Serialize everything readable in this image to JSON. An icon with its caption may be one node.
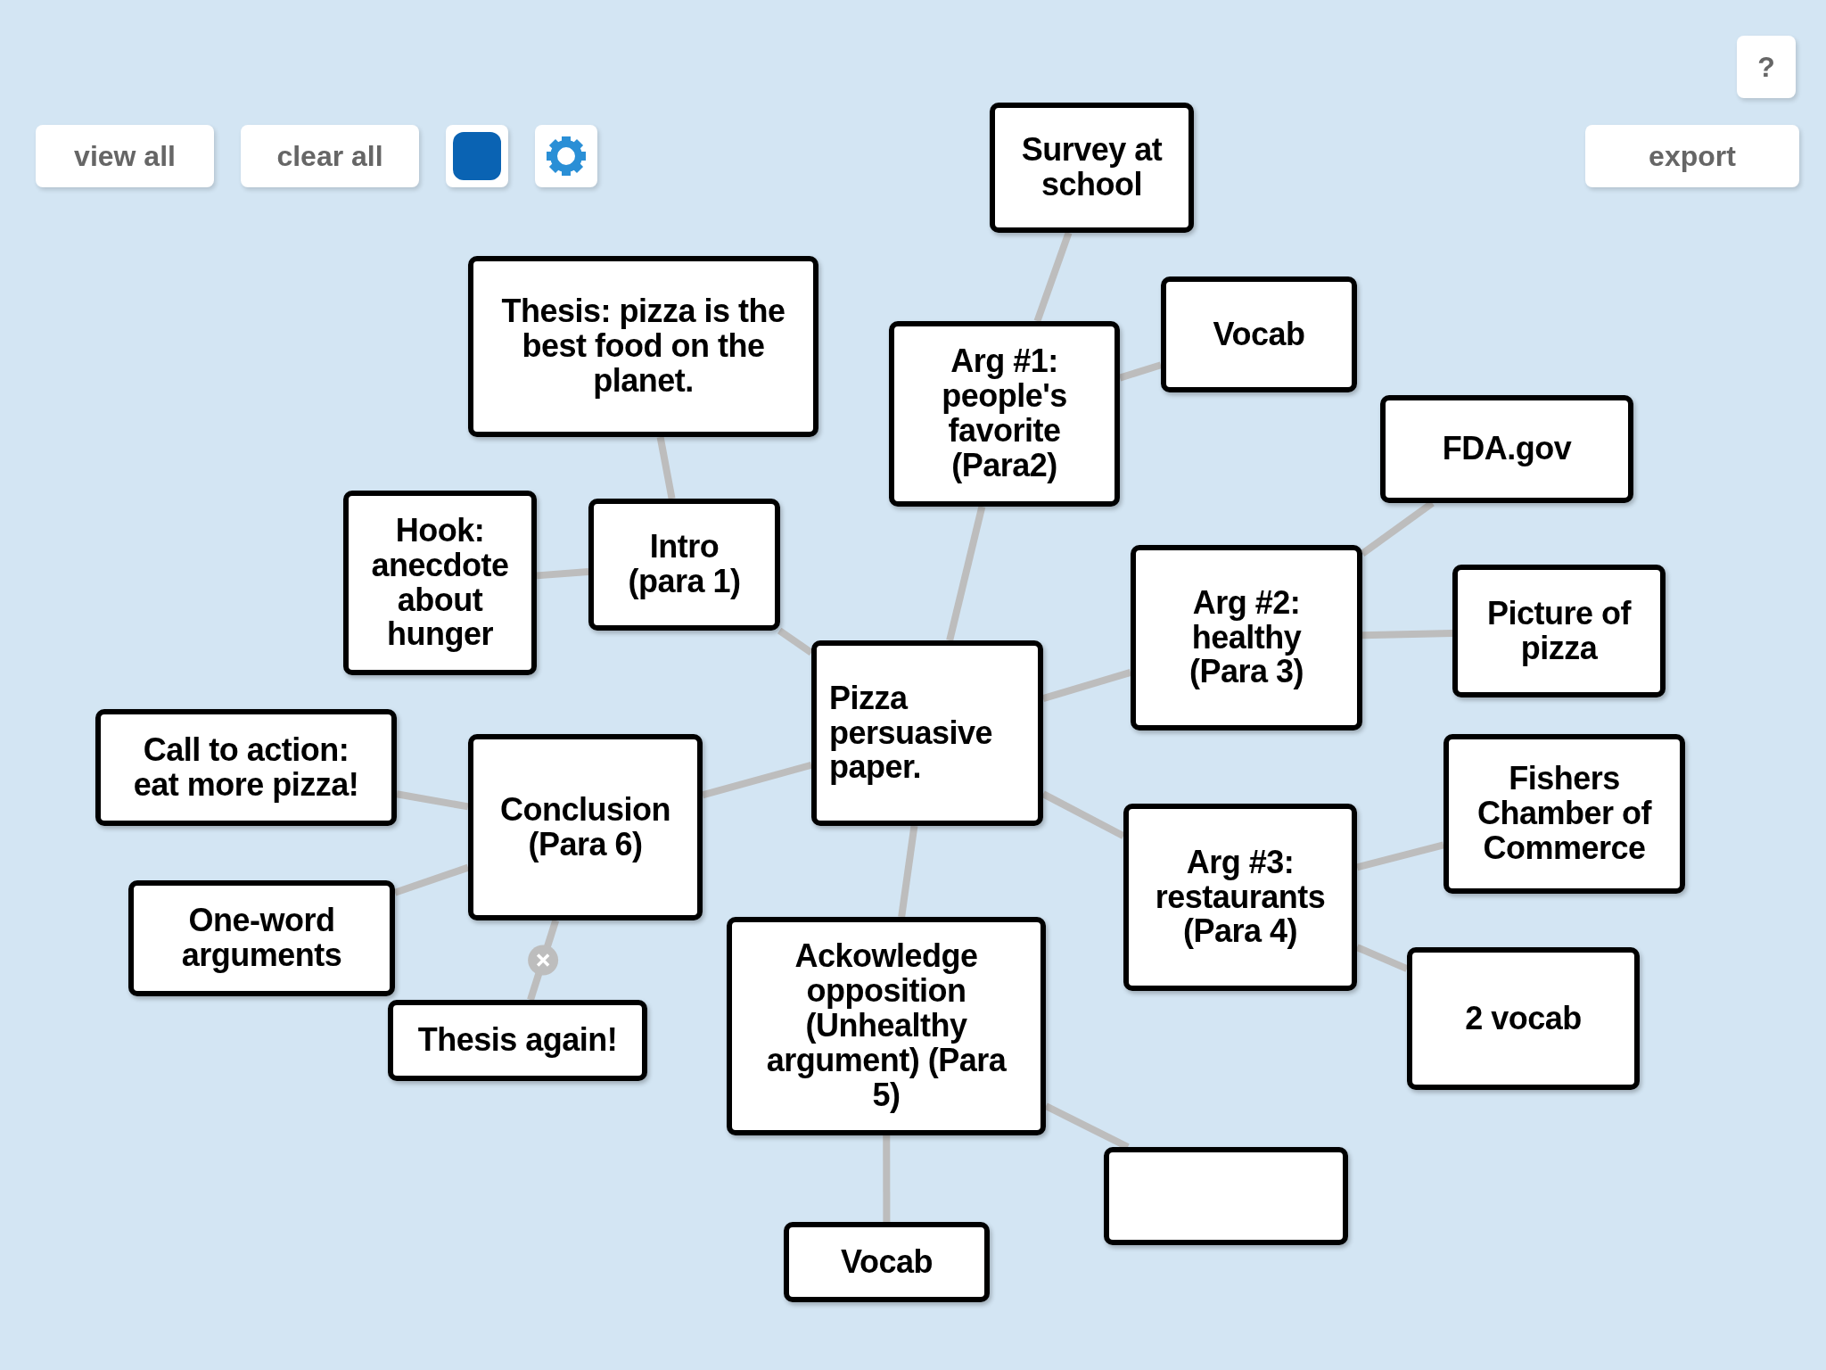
{
  "diagram": {
    "nodes": [
      {
        "text": [
          "Survey at school"
        ]
      },
      {
        "text": [
          "Thesis: pizza is the best food on the planet."
        ]
      },
      {
        "text": [
          "Vocab"
        ]
      },
      {
        "text": [
          "Arg #1: people's favorite (Para2)"
        ]
      },
      {
        "text": [
          "FDA.gov"
        ]
      },
      {
        "text": [
          "Hook: anecdote about hunger"
        ]
      },
      {
        "text": [
          "Intro (para 1)"
        ]
      },
      {
        "text": [
          "Arg #2: healthy (Para 3)"
        ]
      },
      {
        "text": [
          "Picture of pizza"
        ]
      },
      {
        "text": [
          "Pizza persuasive paper."
        ]
      },
      {
        "text": [
          "Call to action: eat more pizza!"
        ]
      },
      {
        "text": [
          "Conclusion (Para 6)"
        ]
      },
      {
        "text": [
          "Fishers Chamber of Commerce"
        ]
      },
      {
        "text": [
          "Arg #3: restaurants (Para 4)"
        ]
      },
      {
        "text": [
          "One-word arguments"
        ]
      },
      {
        "text": [
          "Ackowledge opposition (Unhealthy argument) (Para 5)"
        ]
      },
      {
        "text": [
          "2 vocab"
        ]
      },
      {
        "text": [
          "Thesis again!"
        ]
      },
      {
        "text": [],
        "shape": "box"
      },
      {
        "text": [
          "Vocab"
        ]
      }
    ],
    "edges": [
      {
        "from": 0,
        "to": 3,
        "arrow": "none"
      },
      {
        "from": 1,
        "to": 6,
        "arrow": "none"
      },
      {
        "from": 3,
        "to": 2,
        "arrow": "none"
      },
      {
        "from": 3,
        "to": 9,
        "arrow": "none"
      },
      {
        "from": 5,
        "to": 6,
        "arrow": "none"
      },
      {
        "from": 6,
        "to": 9,
        "arrow": "none"
      },
      {
        "from": 7,
        "to": 4,
        "arrow": "none"
      },
      {
        "from": 7,
        "to": 8,
        "arrow": "none"
      },
      {
        "from": 9,
        "to": 7,
        "arrow": "none"
      },
      {
        "from": 9,
        "to": 13,
        "arrow": "none"
      },
      {
        "from": 9,
        "to": 11,
        "arrow": "none"
      },
      {
        "from": 9,
        "to": 15,
        "arrow": "none"
      },
      {
        "from": 11,
        "to": 10,
        "arrow": "none"
      },
      {
        "from": 11,
        "to": 14,
        "arrow": "none"
      },
      {
        "from": 11,
        "to": 17,
        "arrow": "none"
      },
      {
        "from": 13,
        "to": 12,
        "arrow": "none"
      },
      {
        "from": 13,
        "to": 16,
        "arrow": "none"
      },
      {
        "from": 15,
        "to": 18,
        "arrow": "none"
      },
      {
        "from": 15,
        "to": 19,
        "arrow": "none"
      }
    ],
    "labels": [
      "view all",
      "clear all",
      "?",
      "export"
    ]
  }
}
